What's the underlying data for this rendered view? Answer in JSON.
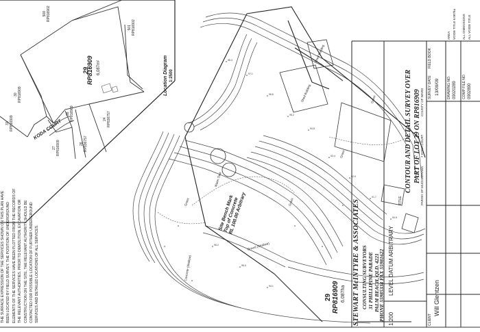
{
  "location_diagram": {
    "title": "Location Diagram",
    "scale": "1:2500",
    "lot_label": "29",
    "plan_label": "RP816909",
    "area": "6,087m²",
    "road_name": "KODA COURT",
    "neighbours": [
      {
        "lot": "500",
        "plan": "RP816902"
      },
      {
        "lot": "501",
        "plan": "RP816902"
      },
      {
        "lot": "30",
        "plan": "RP816909"
      },
      {
        "lot": "31",
        "plan": "RP816909"
      },
      {
        "lot": "27",
        "plan": "RP816909"
      },
      {
        "lot": "28",
        "plan": "RP816909"
      },
      {
        "lot": "26",
        "plan": "RP836757"
      },
      {
        "lot": "24",
        "plan": "RP836757"
      }
    ]
  },
  "main_plan": {
    "lot_label": "29",
    "plan_label": "RP816909",
    "area": "6.087ha",
    "benchmark_line1": "Site Bench Mark",
    "benchmark_line2": "Top of Concrete",
    "benchmark_line3": "RL 100.00 Arbitrary",
    "labels": [
      "Grass",
      "Grass",
      "Grass",
      "Grass",
      "Gravel (Shallow)",
      "Concrete (Shallow)",
      "Shed Building",
      "Shed Building",
      "Water Tank"
    ]
  },
  "notes": "THE SURFACE EXPRESSION OF THE SERVICES SHOWN ON THIS PLAN HAVE BEEN LOCATED BY FIELD SURVEY. THE POSITION OF UNDERGROUND ELEMENTS OF THE SERVICES HAVE BEEN PLOTTED FROM THE RECORDS OF THE RELEVANT AUTHORITIES. PRIOR TO DEMOLITION, EXCAVATION OR CONSTRUCTION ON THE SITE, THE RELEVANT AUTHORITY SHOULD BE CONTACTED FOR POSSIBLE LOCATION OF FURTHER UNDERGROUND SERVICES AND DETAILED LOCATIONS OF ALL SERVICES.",
  "title_block": {
    "company": "STEWART McINTYRE & ASSOCIATES",
    "subtitle": "CONSULTING SURVEYORS",
    "address1": "31 PHILLIPINE PARADE",
    "address2": "PALM BEACH, QLD. 4221",
    "phone": "PHONE 55985334  FAX 55981622",
    "title_label": "TITLE",
    "title_line1": "CONTOUR AND DETAIL SURVEY OVER",
    "title_line2": "PART OF LOT 29 ON RP816909",
    "parish": "PARISH OF MUDGEERABA",
    "locality": "7 KODA COURT",
    "county": "COUNTY OF WARD",
    "client_label": "CLIENT",
    "client": "Will Glentzen",
    "scale": "1:200",
    "datum": "LEVEL DATUM ARBITRARY",
    "survey_date_label": "SURVEY DATE",
    "survey_date": "13/09/09",
    "field_book_label": "FIELD BOOK",
    "field_book": "",
    "drawing_label": "DRAWING NO.",
    "drawing_no": "09020289",
    "comp_label": "COMP FILE NO.",
    "comp_no": "0902890",
    "area_label": "AREA",
    "area_value": "VOIDE TITLE 6.087ha",
    "dims_label": "ALL DIMENSIONS",
    "dims_value": "ALL VOIDE TITLE"
  }
}
